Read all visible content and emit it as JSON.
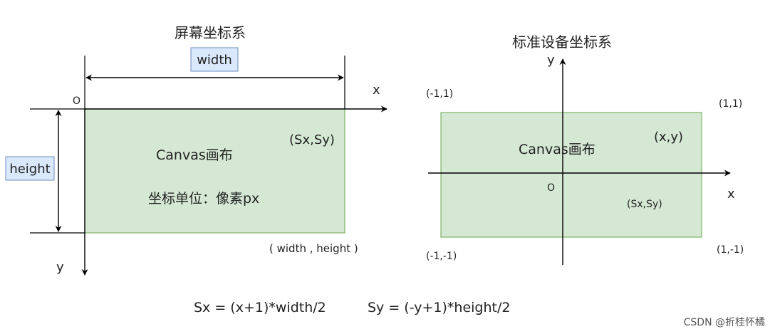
{
  "colors": {
    "canvas_fill": "#d5e8d4",
    "canvas_stroke": "#82b366",
    "label_fill": "#dae8fc",
    "label_stroke": "#6c8ebf",
    "line": "#000000"
  },
  "left": {
    "title": "屏幕坐标系",
    "width_label": "width",
    "height_label": "height",
    "origin": "O",
    "x_axis": "x",
    "y_axis": "y",
    "canvas_label": "Canvas画布",
    "unit_label": "坐标单位：像素px",
    "point_label": "(Sx,Sy)",
    "corner_label": "( width , height )"
  },
  "right": {
    "title": "标准设备坐标系",
    "y_axis": "y",
    "x_axis": "x",
    "origin": "O",
    "top_left": "(-1,1)",
    "top_right": "(1,1)",
    "bottom_left": "(-1,-1)",
    "bottom_right": "(1,-1)",
    "canvas_label": "Canvas画布",
    "point_label": "(x,y)",
    "screen_point_label": "(Sx,Sy)"
  },
  "formula": {
    "sx": "Sx = (x+1)*width/2",
    "sy": "Sy = (-y+1)*height/2"
  },
  "watermark": "CSDN @折桂怀橘"
}
